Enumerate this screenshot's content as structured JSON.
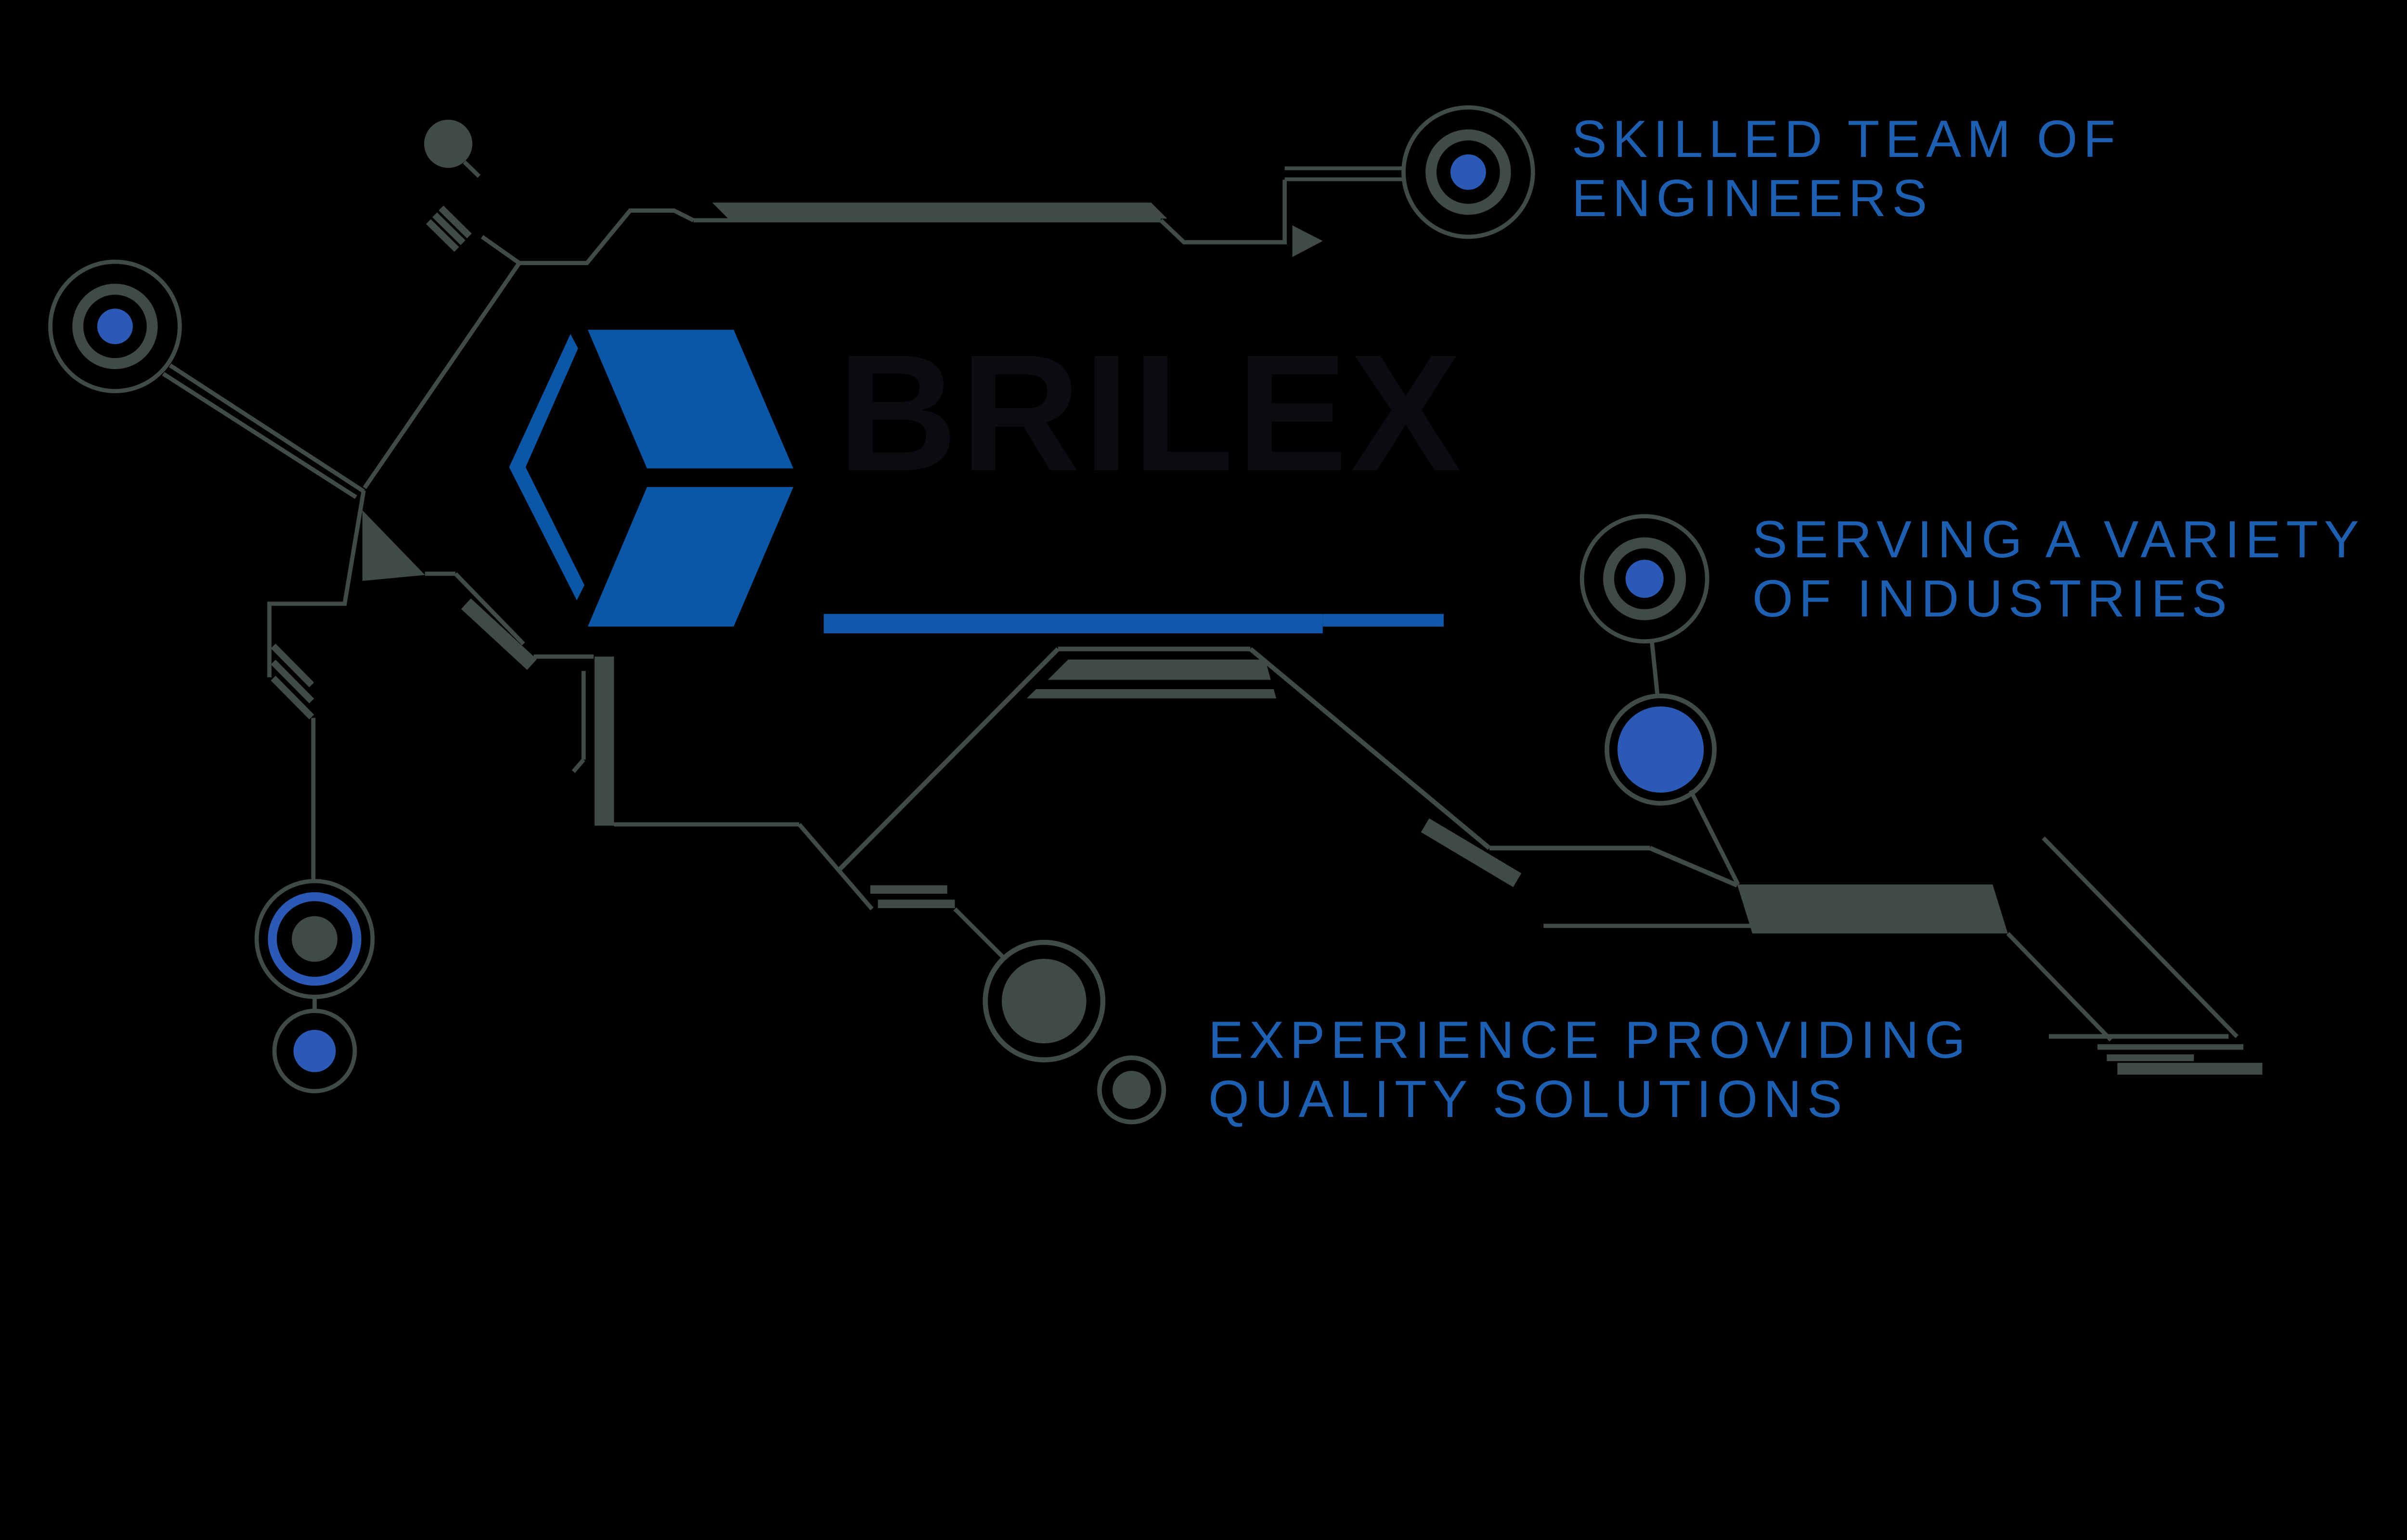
{
  "brand": {
    "name": "BRILEX",
    "cube_icon": "isometric-cube-logo",
    "colors": {
      "cube_blue": "#0a56a7",
      "underline_blue": "#1157ab",
      "wordmark_dark": "#0b0c10"
    }
  },
  "features": [
    {
      "id": "skilled",
      "lines": [
        "SKILLED TEAM OF",
        "ENGINEERS"
      ]
    },
    {
      "id": "serving",
      "lines": [
        "SERVING A VARIETY",
        "OF INDUSTRIES"
      ]
    },
    {
      "id": "experience",
      "lines": [
        "EXPERIENCE PROVIDING",
        "QUALITY SOLUTIONS"
      ]
    }
  ],
  "colors": {
    "background": "#000000",
    "trace_gray": "#404a46",
    "text_blue": "#1d5fb0",
    "node_blue": "#2a5ab5"
  }
}
